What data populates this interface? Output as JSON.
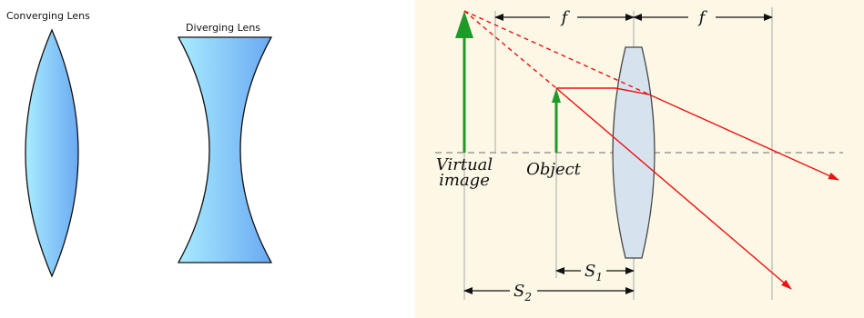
{
  "left": {
    "converging_title": "Converging Lens",
    "diverging_title": "Diverging Lens"
  },
  "right": {
    "focal_label_1": "f",
    "focal_label_2": "f",
    "virtual_label_line1": "Virtual",
    "virtual_label_line2": "image",
    "object_label": "Object",
    "s1_main": "S",
    "s1_sub": "1",
    "s2_main": "S",
    "s2_sub": "2"
  },
  "colors": {
    "ray": "#ee1111",
    "arrow": "#1f9a2a",
    "lens_fill": "#d6e3ee",
    "axis": "#888888",
    "panel_bg": "#fdf7e6"
  }
}
